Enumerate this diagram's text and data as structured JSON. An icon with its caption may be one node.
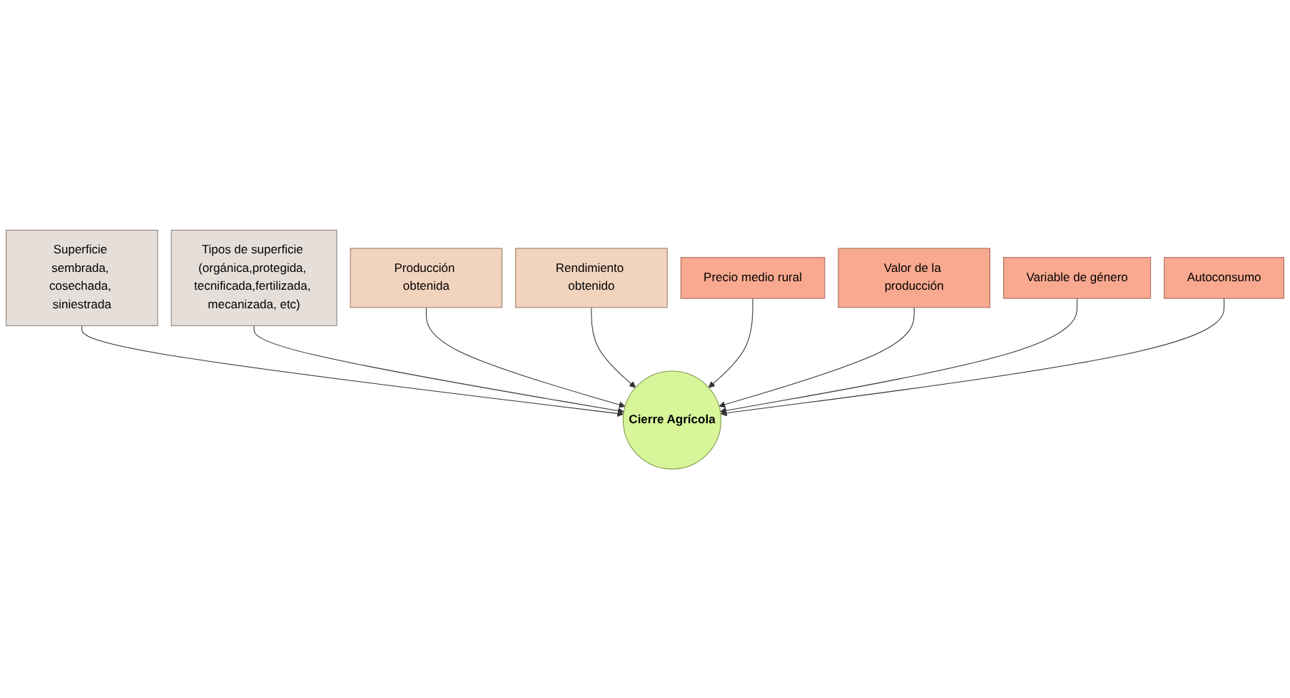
{
  "diagram": {
    "nodes": [
      {
        "text": [
          "Superficie sembrada, cosechada, siniestrada"
        ]
      },
      {
        "text": [
          "Tipos de superficie (orgánica,protegida, tecnificada,fertilizada, mecanizada, etc)"
        ]
      },
      {
        "text": [
          "Producción obtenida"
        ]
      },
      {
        "text": [
          "Rendimiento obtenido"
        ]
      },
      {
        "text": [
          "Precio medio rural"
        ]
      },
      {
        "text": [
          "Valor de la producción"
        ]
      },
      {
        "text": [
          "Variable de género"
        ]
      },
      {
        "text": [
          "Autoconsumo"
        ]
      },
      {
        "text": [
          "Cierre Agrícola"
        ]
      }
    ],
    "edges": [
      {
        "from": 0,
        "to": 8,
        "arrow": "to"
      },
      {
        "from": 1,
        "to": 8,
        "arrow": "to"
      },
      {
        "from": 2,
        "to": 8,
        "arrow": "to"
      },
      {
        "from": 3,
        "to": 8,
        "arrow": "to"
      },
      {
        "from": 4,
        "to": 8,
        "arrow": "to"
      },
      {
        "from": 5,
        "to": 8,
        "arrow": "to"
      },
      {
        "from": 6,
        "to": 8,
        "arrow": "to"
      },
      {
        "from": 7,
        "to": 8,
        "arrow": "to"
      }
    ]
  }
}
